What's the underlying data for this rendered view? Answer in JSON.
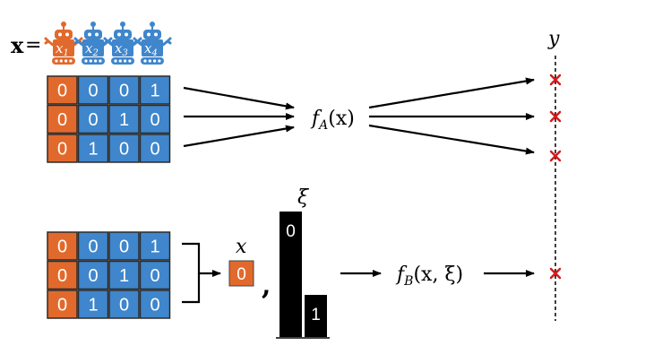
{
  "colors": {
    "orange": "#E2692C",
    "blue": "#3F86CC",
    "black": "#000000",
    "red": "#D7191C"
  },
  "robot_icon": "robot-icon",
  "header": {
    "bold_x": "x",
    "equals": "=",
    "robots": [
      {
        "sub": "1",
        "color": "orange"
      },
      {
        "sub": "2",
        "color": "blue"
      },
      {
        "sub": "3",
        "color": "blue"
      },
      {
        "sub": "4",
        "color": "blue"
      }
    ]
  },
  "grid_top": [
    [
      "0",
      "0",
      "0",
      "1"
    ],
    [
      "0",
      "0",
      "1",
      "0"
    ],
    [
      "0",
      "1",
      "0",
      "0"
    ]
  ],
  "grid_bottom": [
    [
      "0",
      "0",
      "0",
      "1"
    ],
    [
      "0",
      "0",
      "1",
      "0"
    ],
    [
      "0",
      "1",
      "0",
      "0"
    ]
  ],
  "fA": {
    "f": "f",
    "sub": "A",
    "arg": "(x)"
  },
  "fB": {
    "f": "f",
    "sub": "B",
    "arg": "(x, ξ)"
  },
  "y_label": "y",
  "x_label": "x",
  "x_value": "0",
  "xi_label": "ξ",
  "xi_bars": [
    "0",
    "1"
  ],
  "comma": ","
}
